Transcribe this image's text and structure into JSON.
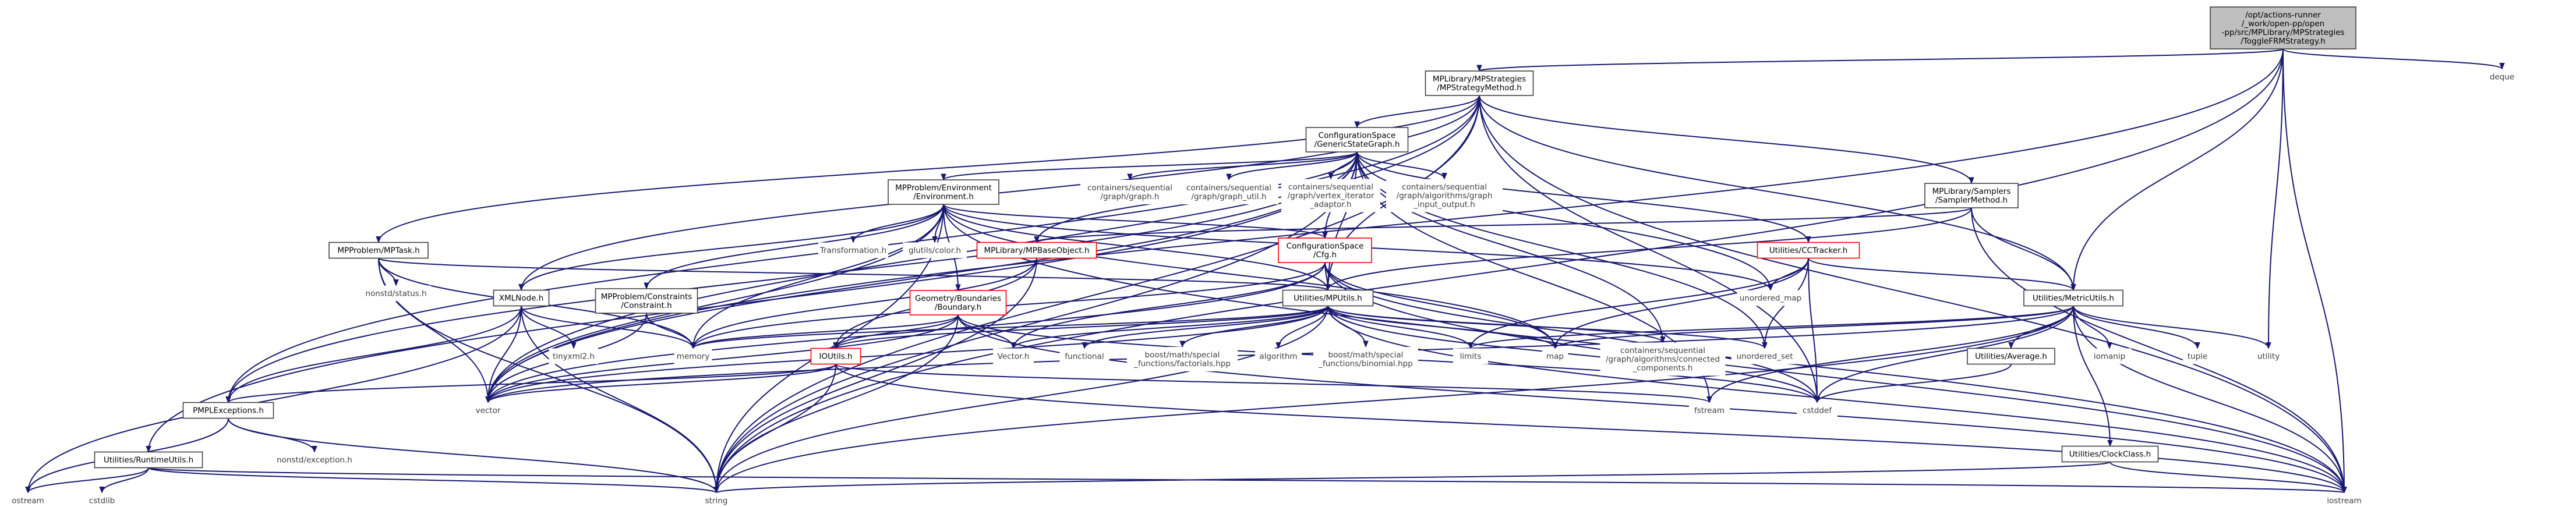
{
  "colors": {
    "edge": "#191970",
    "box_border": "#404040",
    "box_fill": "#ffffff",
    "root_fill": "#bfbfbf",
    "missing_border": "#ff0000",
    "plain_text": "#3f3f3f"
  },
  "graph": {
    "nodes": [
      {
        "id": "root",
        "label": [
          "/opt/actions-runner",
          "/_work/open-pp/open",
          "-pp/src/MPLibrary/MPStrategies",
          "/ToggleFRMStrategy.h"
        ],
        "kind": "root"
      },
      {
        "id": "deque",
        "label": [
          "deque"
        ],
        "kind": "plain"
      },
      {
        "id": "mpstrategymethod",
        "label": [
          "MPLibrary/MPStrategies",
          "/MPStrategyMethod.h"
        ],
        "kind": "box"
      },
      {
        "id": "genericstategraph",
        "label": [
          "ConfigurationSpace",
          "/GenericStateGraph.h"
        ],
        "kind": "box"
      },
      {
        "id": "environment",
        "label": [
          "MPProblem/Environment",
          "/Environment.h"
        ],
        "kind": "box"
      },
      {
        "id": "seq_graph",
        "label": [
          "containers/sequential",
          "/graph/graph.h"
        ],
        "kind": "plain"
      },
      {
        "id": "seq_graph_util",
        "label": [
          "containers/sequential",
          "/graph/graph_util.h"
        ],
        "kind": "plain"
      },
      {
        "id": "seq_vertex_iter",
        "label": [
          "containers/sequential",
          "/graph/vertex_iterator",
          "_adaptor.h"
        ],
        "kind": "plain"
      },
      {
        "id": "seq_input_output",
        "label": [
          "containers/sequential",
          "/graph/algorithms/graph",
          "_input_output.h"
        ],
        "kind": "plain"
      },
      {
        "id": "samplermethod",
        "label": [
          "MPLibrary/Samplers",
          "/SamplerMethod.h"
        ],
        "kind": "box"
      },
      {
        "id": "mptask",
        "label": [
          "MPProblem/MPTask.h"
        ],
        "kind": "box"
      },
      {
        "id": "transformation",
        "label": [
          "Transformation.h"
        ],
        "kind": "plain"
      },
      {
        "id": "glutilscolor",
        "label": [
          "glutils/color.h"
        ],
        "kind": "plain"
      },
      {
        "id": "mpbaseobject",
        "label": [
          "MPLibrary/MPBaseObject.h"
        ],
        "kind": "missing"
      },
      {
        "id": "cfg",
        "label": [
          "ConfigurationSpace",
          "/Cfg.h"
        ],
        "kind": "missing"
      },
      {
        "id": "cctracker",
        "label": [
          "Utilities/CCTracker.h"
        ],
        "kind": "missing"
      },
      {
        "id": "nonstdstatus",
        "label": [
          "nonstd/status.h"
        ],
        "kind": "plain"
      },
      {
        "id": "xmlnode",
        "label": [
          "XMLNode.h"
        ],
        "kind": "box"
      },
      {
        "id": "constraint",
        "label": [
          "MPProblem/Constraints",
          "/Constraint.h"
        ],
        "kind": "box"
      },
      {
        "id": "boundary",
        "label": [
          "Geometry/Boundaries",
          "/Boundary.h"
        ],
        "kind": "missing"
      },
      {
        "id": "mputils",
        "label": [
          "Utilities/MPUtils.h"
        ],
        "kind": "box"
      },
      {
        "id": "unordered_map",
        "label": [
          "unordered_map"
        ],
        "kind": "plain"
      },
      {
        "id": "metricutils",
        "label": [
          "Utilities/MetricUtils.h"
        ],
        "kind": "box"
      },
      {
        "id": "tinyxml2",
        "label": [
          "tinyxml2.h"
        ],
        "kind": "plain"
      },
      {
        "id": "memory",
        "label": [
          "memory"
        ],
        "kind": "plain"
      },
      {
        "id": "ioutils",
        "label": [
          "IOUtils.h"
        ],
        "kind": "missing"
      },
      {
        "id": "vectorh",
        "label": [
          "Vector.h"
        ],
        "kind": "plain"
      },
      {
        "id": "functional",
        "label": [
          "functional"
        ],
        "kind": "plain"
      },
      {
        "id": "factorials",
        "label": [
          "boost/math/special",
          "_functions/factorials.hpp"
        ],
        "kind": "plain"
      },
      {
        "id": "algorithm",
        "label": [
          "algorithm"
        ],
        "kind": "plain"
      },
      {
        "id": "binomial",
        "label": [
          "boost/math/special",
          "_functions/binomial.hpp"
        ],
        "kind": "plain"
      },
      {
        "id": "limits",
        "label": [
          "limits"
        ],
        "kind": "plain"
      },
      {
        "id": "map",
        "label": [
          "map"
        ],
        "kind": "plain"
      },
      {
        "id": "connected_components",
        "label": [
          "containers/sequential",
          "/graph/algorithms/connected",
          "_components.h"
        ],
        "kind": "plain"
      },
      {
        "id": "unordered_set",
        "label": [
          "unordered_set"
        ],
        "kind": "plain"
      },
      {
        "id": "average",
        "label": [
          "Utilities/Average.h"
        ],
        "kind": "box"
      },
      {
        "id": "iomanip",
        "label": [
          "iomanip"
        ],
        "kind": "plain"
      },
      {
        "id": "tuple",
        "label": [
          "tuple"
        ],
        "kind": "plain"
      },
      {
        "id": "utility",
        "label": [
          "utility"
        ],
        "kind": "plain"
      },
      {
        "id": "pmplexceptions",
        "label": [
          "PMPLExceptions.h"
        ],
        "kind": "box"
      },
      {
        "id": "vector",
        "label": [
          "vector"
        ],
        "kind": "plain"
      },
      {
        "id": "fstream",
        "label": [
          "fstream"
        ],
        "kind": "plain"
      },
      {
        "id": "cstddef",
        "label": [
          "cstddef"
        ],
        "kind": "plain"
      },
      {
        "id": "nonstdexception",
        "label": [
          "nonstd/exception.h"
        ],
        "kind": "plain"
      },
      {
        "id": "runtimeutils",
        "label": [
          "Utilities/RuntimeUtils.h"
        ],
        "kind": "box"
      },
      {
        "id": "clockclass",
        "label": [
          "Utilities/ClockClass.h"
        ],
        "kind": "box"
      },
      {
        "id": "ostream",
        "label": [
          "ostream"
        ],
        "kind": "plain"
      },
      {
        "id": "cstdlib",
        "label": [
          "cstdlib"
        ],
        "kind": "plain"
      },
      {
        "id": "string",
        "label": [
          "string"
        ],
        "kind": "plain"
      },
      {
        "id": "iostream",
        "label": [
          "iostream"
        ],
        "kind": "plain"
      }
    ],
    "edges": [
      [
        "root",
        "deque"
      ],
      [
        "root",
        "mpstrategymethod"
      ],
      [
        "root",
        "string"
      ],
      [
        "root",
        "iostream"
      ],
      [
        "root",
        "utility"
      ],
      [
        "root",
        "metricutils"
      ],
      [
        "root",
        "vector"
      ],
      [
        "mpstrategymethod",
        "genericstategraph"
      ],
      [
        "mpstrategymethod",
        "samplermethod"
      ],
      [
        "mpstrategymethod",
        "mptask"
      ],
      [
        "mpstrategymethod",
        "xmlnode"
      ],
      [
        "mpstrategymethod",
        "mputils"
      ],
      [
        "mpstrategymethod",
        "metricutils"
      ],
      [
        "mpstrategymethod",
        "pmplexceptions"
      ],
      [
        "mpstrategymethod",
        "iostream"
      ],
      [
        "mpstrategymethod",
        "string"
      ],
      [
        "mpstrategymethod",
        "vector"
      ],
      [
        "mpstrategymethod",
        "cstddef"
      ],
      [
        "genericstategraph",
        "environment"
      ],
      [
        "genericstategraph",
        "seq_graph"
      ],
      [
        "genericstategraph",
        "seq_graph_util"
      ],
      [
        "genericstategraph",
        "seq_vertex_iter"
      ],
      [
        "genericstategraph",
        "seq_input_output"
      ],
      [
        "genericstategraph",
        "mpbaseobject"
      ],
      [
        "genericstategraph",
        "cctracker"
      ],
      [
        "genericstategraph",
        "cfg"
      ],
      [
        "genericstategraph",
        "mputils"
      ],
      [
        "genericstategraph",
        "pmplexceptions"
      ],
      [
        "genericstategraph",
        "runtimeutils"
      ],
      [
        "genericstategraph",
        "connected_components"
      ],
      [
        "genericstategraph",
        "unordered_map"
      ],
      [
        "genericstategraph",
        "unordered_set"
      ],
      [
        "genericstategraph",
        "fstream"
      ],
      [
        "genericstategraph",
        "vector"
      ],
      [
        "genericstategraph",
        "string"
      ],
      [
        "environment",
        "transformation"
      ],
      [
        "environment",
        "glutilscolor"
      ],
      [
        "environment",
        "boundary"
      ],
      [
        "environment",
        "cfg"
      ],
      [
        "environment",
        "xmlnode"
      ],
      [
        "environment",
        "constraint"
      ],
      [
        "environment",
        "mputils"
      ],
      [
        "environment",
        "memory"
      ],
      [
        "environment",
        "map"
      ],
      [
        "environment",
        "vector"
      ],
      [
        "environment",
        "string"
      ],
      [
        "environment",
        "iostream"
      ],
      [
        "environment",
        "unordered_map"
      ],
      [
        "samplermethod",
        "mpbaseobject"
      ],
      [
        "samplermethod",
        "metricutils"
      ],
      [
        "samplermethod",
        "mputils"
      ],
      [
        "samplermethod",
        "iostream"
      ],
      [
        "mptask",
        "nonstdstatus"
      ],
      [
        "mptask",
        "mputils"
      ],
      [
        "mptask",
        "memory"
      ],
      [
        "mptask",
        "vector"
      ],
      [
        "mptask",
        "string"
      ],
      [
        "mpbaseobject",
        "ioutils"
      ],
      [
        "mpbaseobject",
        "memory"
      ],
      [
        "mpbaseobject",
        "string"
      ],
      [
        "cfg",
        "mputils"
      ],
      [
        "cfg",
        "vectorh"
      ],
      [
        "cfg",
        "memory"
      ],
      [
        "cfg",
        "vector"
      ],
      [
        "cfg",
        "map"
      ],
      [
        "cfg",
        "cstddef"
      ],
      [
        "cfg",
        "iostream"
      ],
      [
        "cctracker",
        "metricutils"
      ],
      [
        "cctracker",
        "unordered_map"
      ],
      [
        "cctracker",
        "limits"
      ],
      [
        "cctracker",
        "map"
      ],
      [
        "cctracker",
        "unordered_set"
      ],
      [
        "cctracker",
        "cstddef"
      ],
      [
        "xmlnode",
        "tinyxml2"
      ],
      [
        "xmlnode",
        "memory"
      ],
      [
        "xmlnode",
        "pmplexceptions"
      ],
      [
        "xmlnode",
        "string"
      ],
      [
        "xmlnode",
        "vector"
      ],
      [
        "xmlnode",
        "ostream"
      ],
      [
        "constraint",
        "memory"
      ],
      [
        "constraint",
        "vector"
      ],
      [
        "boundary",
        "ioutils"
      ],
      [
        "boundary",
        "vectorh"
      ],
      [
        "boundary",
        "memory"
      ],
      [
        "boundary",
        "string"
      ],
      [
        "boundary",
        "vector"
      ],
      [
        "boundary",
        "iostream"
      ],
      [
        "boundary",
        "cstddef"
      ],
      [
        "mputils",
        "ioutils"
      ],
      [
        "mputils",
        "vectorh"
      ],
      [
        "mputils",
        "functional"
      ],
      [
        "mputils",
        "factorials"
      ],
      [
        "mputils",
        "algorithm"
      ],
      [
        "mputils",
        "binomial"
      ],
      [
        "mputils",
        "limits"
      ],
      [
        "mputils",
        "map"
      ],
      [
        "mputils",
        "connected_components"
      ],
      [
        "mputils",
        "unordered_set"
      ],
      [
        "mputils",
        "memory"
      ],
      [
        "mputils",
        "vector"
      ],
      [
        "mputils",
        "string"
      ],
      [
        "mputils",
        "iostream"
      ],
      [
        "mputils",
        "cstddef"
      ],
      [
        "metricutils",
        "average"
      ],
      [
        "metricutils",
        "iomanip"
      ],
      [
        "metricutils",
        "tuple"
      ],
      [
        "metricutils",
        "utility"
      ],
      [
        "metricutils",
        "clockclass"
      ],
      [
        "metricutils",
        "limits"
      ],
      [
        "metricutils",
        "map"
      ],
      [
        "metricutils",
        "fstream"
      ],
      [
        "metricutils",
        "cstddef"
      ],
      [
        "metricutils",
        "vector"
      ],
      [
        "metricutils",
        "string"
      ],
      [
        "metricutils",
        "iostream"
      ],
      [
        "ioutils",
        "pmplexceptions"
      ],
      [
        "ioutils",
        "vector"
      ],
      [
        "ioutils",
        "string"
      ],
      [
        "ioutils",
        "iostream"
      ],
      [
        "ioutils",
        "fstream"
      ],
      [
        "average",
        "cstddef"
      ],
      [
        "pmplexceptions",
        "nonstdexception"
      ],
      [
        "pmplexceptions",
        "string"
      ],
      [
        "pmplexceptions",
        "ostream"
      ],
      [
        "runtimeutils",
        "ostream"
      ],
      [
        "runtimeutils",
        "cstdlib"
      ],
      [
        "runtimeutils",
        "string"
      ],
      [
        "runtimeutils",
        "iostream"
      ],
      [
        "clockclass",
        "string"
      ],
      [
        "clockclass",
        "iostream"
      ]
    ]
  }
}
